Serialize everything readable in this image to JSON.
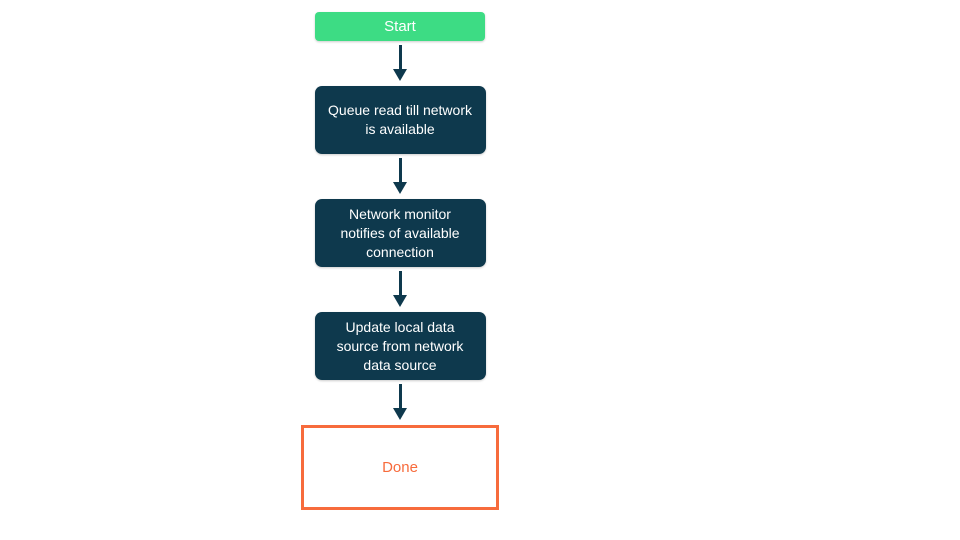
{
  "flowchart": {
    "nodes": [
      {
        "id": "start",
        "type": "start",
        "label": "Start"
      },
      {
        "id": "step-1",
        "type": "process",
        "label": "Queue read till network is available"
      },
      {
        "id": "step-2",
        "type": "process",
        "label": "Network monitor notifies of available connection"
      },
      {
        "id": "step-3",
        "type": "process",
        "label": "Update local data source from network data source"
      },
      {
        "id": "done",
        "type": "end",
        "label": "Done"
      }
    ],
    "colors": {
      "start_fill": "#3ddc84",
      "process_fill": "#0e394d",
      "arrow": "#0e394d",
      "end_border": "#f76b3c",
      "end_text": "#f76b3c",
      "node_text": "#ffffff",
      "background": "#ffffff"
    }
  }
}
